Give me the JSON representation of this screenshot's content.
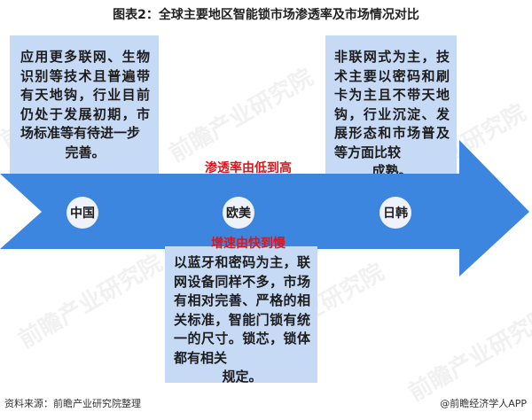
{
  "title": "图表2：全球主要地区智能锁市场渗透率及市场情况对比",
  "regions": [
    {
      "name": "中国",
      "description_lines": [
        "应用更多联网、生物识别等技术且普遍带有天地钩，行业目前仍处于发展初期，市场标准等有待进一步"
      ],
      "description_last": "完善。"
    },
    {
      "name": "欧美",
      "description_lines": [
        "以蓝牙和密码为主，联网设备同样不多，市场有相对完善、严格的相关标准，智能门锁有统一的尺寸。锁芯，锁体都有相关"
      ],
      "description_last": "规定。"
    },
    {
      "name": "日韩",
      "description_lines": [
        "非联网式为主，技术主要以密码和刷卡为主且不带天地钩，行业沉淀、发展形态和市场普及等方面比较"
      ],
      "description_last": "成熟。"
    }
  ],
  "annotations": {
    "penetration": "渗透率由低到高",
    "growth": "增速由快到慢"
  },
  "watermark": "前瞻产业研究院",
  "footer": {
    "source": "资料来源：前瞻产业研究院整理",
    "credit": "@前瞻经济学人APP"
  },
  "colors": {
    "arrow": "#3d86e0",
    "box": "#c6d9f5",
    "circle": "#eef2fa",
    "annotation": "#e0151b"
  }
}
